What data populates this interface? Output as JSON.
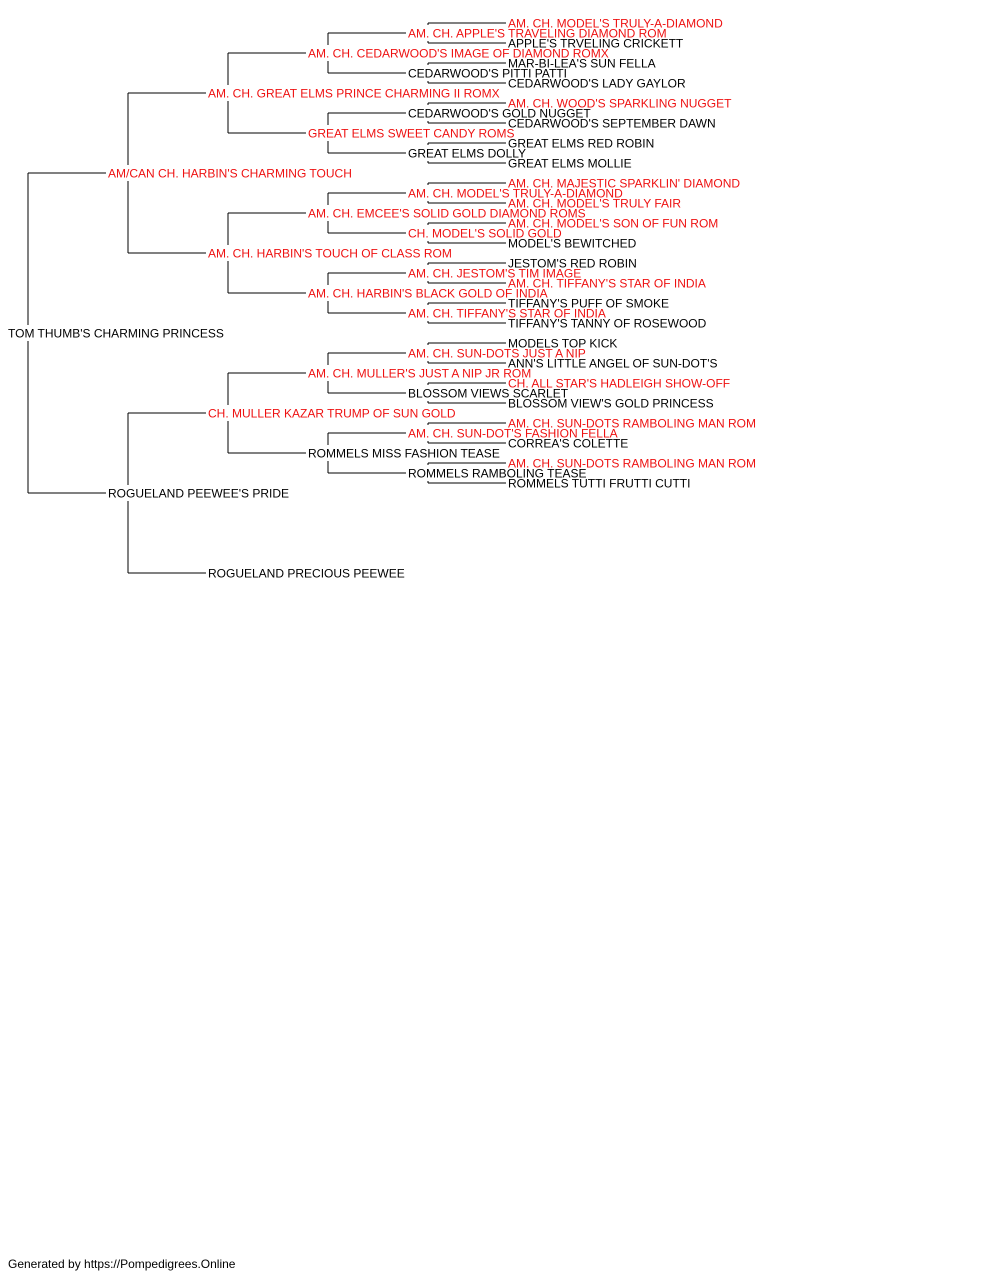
{
  "colors": {
    "champion": "#ee1111",
    "normal": "#000000",
    "connector": "#000000"
  },
  "pedigree": {
    "name": "TOM THUMB'S CHARMING PRINCESS",
    "champion": false,
    "sire": {
      "name": "AM/CAN CH. HARBIN'S CHARMING TOUCH",
      "champion": true,
      "sire": {
        "name": "AM. CH. GREAT ELMS PRINCE CHARMING II ROMX",
        "champion": true,
        "sire": {
          "name": "AM. CH. CEDARWOOD'S IMAGE OF DIAMOND ROMX",
          "champion": true,
          "sire": {
            "name": "AM. CH. APPLE'S TRAVELING DIAMOND ROM",
            "champion": true,
            "sire": {
              "name": "AM. CH. MODEL'S TRULY-A-DIAMOND",
              "champion": true
            },
            "dam": {
              "name": "APPLE'S TRVELING CRICKETT",
              "champion": false
            }
          },
          "dam": {
            "name": "CEDARWOOD'S PITTI PATTI",
            "champion": false,
            "sire": {
              "name": "MAR-BI-LEA'S SUN FELLA",
              "champion": false
            },
            "dam": {
              "name": "CEDARWOOD'S LADY GAYLOR",
              "champion": false
            }
          }
        },
        "dam": {
          "name": "GREAT ELMS SWEET CANDY ROMS",
          "champion": true,
          "sire": {
            "name": "CEDARWOOD'S GOLD NUGGET",
            "champion": false,
            "sire": {
              "name": "AM. CH. WOOD'S SPARKLING NUGGET",
              "champion": true
            },
            "dam": {
              "name": "CEDARWOOD'S SEPTEMBER DAWN",
              "champion": false
            }
          },
          "dam": {
            "name": "GREAT ELMS DOLLY",
            "champion": false,
            "sire": {
              "name": "GREAT ELMS RED ROBIN",
              "champion": false
            },
            "dam": {
              "name": "GREAT ELMS MOLLIE",
              "champion": false
            }
          }
        }
      },
      "dam": {
        "name": "AM. CH. HARBIN'S TOUCH OF CLASS ROM",
        "champion": true,
        "sire": {
          "name": "AM. CH. EMCEE'S SOLID GOLD DIAMOND ROMS",
          "champion": true,
          "sire": {
            "name": "AM. CH. MODEL'S TRULY-A-DIAMOND",
            "champion": true,
            "sire": {
              "name": "AM. CH. MAJESTIC SPARKLIN' DIAMOND",
              "champion": true
            },
            "dam": {
              "name": "AM. CH. MODEL'S TRULY FAIR",
              "champion": true
            }
          },
          "dam": {
            "name": "CH. MODEL'S SOLID GOLD",
            "champion": true,
            "sire": {
              "name": "AM. CH. MODEL'S SON OF FUN ROM",
              "champion": true
            },
            "dam": {
              "name": "MODEL'S BEWITCHED",
              "champion": false
            }
          }
        },
        "dam": {
          "name": "AM. CH. HARBIN'S BLACK GOLD OF INDIA",
          "champion": true,
          "sire": {
            "name": "AM. CH. JESTOM'S TIM IMAGE",
            "champion": true,
            "sire": {
              "name": "JESTOM'S RED ROBIN",
              "champion": false
            },
            "dam": {
              "name": "AM. CH. TIFFANY'S STAR OF INDIA",
              "champion": true
            }
          },
          "dam": {
            "name": "AM. CH. TIFFANY'S STAR OF INDIA",
            "champion": true,
            "sire": {
              "name": "TIFFANY'S PUFF OF SMOKE",
              "champion": false
            },
            "dam": {
              "name": "TIFFANY'S TANNY OF ROSEWOOD",
              "champion": false
            }
          }
        }
      }
    },
    "dam": {
      "name": "ROGUELAND PEEWEE'S PRIDE",
      "champion": false,
      "sire": {
        "name": "CH. MULLER KAZAR TRUMP OF SUN GOLD",
        "champion": true,
        "sire": {
          "name": "AM. CH. MULLER'S JUST A NIP JR ROM",
          "champion": true,
          "sire": {
            "name": "AM. CH. SUN-DOTS JUST A NIP",
            "champion": true,
            "sire": {
              "name": "MODELS TOP KICK",
              "champion": false
            },
            "dam": {
              "name": "ANN'S LITTLE ANGEL OF SUN-DOT'S",
              "champion": false
            }
          },
          "dam": {
            "name": "BLOSSOM VIEWS SCARLET",
            "champion": false,
            "sire": {
              "name": "CH. ALL STAR'S HADLEIGH SHOW-OFF",
              "champion": true
            },
            "dam": {
              "name": "BLOSSOM VIEW'S GOLD PRINCESS",
              "champion": false
            }
          }
        },
        "dam": {
          "name": "ROMMELS MISS FASHION TEASE",
          "champion": false,
          "sire": {
            "name": "AM. CH. SUN-DOT'S FASHION FELLA",
            "champion": true,
            "sire": {
              "name": "AM. CH. SUN-DOTS RAMBOLING MAN ROM",
              "champion": true
            },
            "dam": {
              "name": "CORREA'S COLETTE",
              "champion": false
            }
          },
          "dam": {
            "name": "ROMMELS RAMBOLING TEASE",
            "champion": false,
            "sire": {
              "name": "AM. CH. SUN-DOTS RAMBOLING MAN ROM",
              "champion": true
            },
            "dam": {
              "name": "ROMMELS TUTTI FRUTTI CUTTI",
              "champion": false
            }
          }
        }
      },
      "dam": {
        "name": "ROGUELAND PRECIOUS PEEWEE",
        "champion": false
      }
    }
  },
  "footer": "Generated by https://Pompedigrees.Online"
}
